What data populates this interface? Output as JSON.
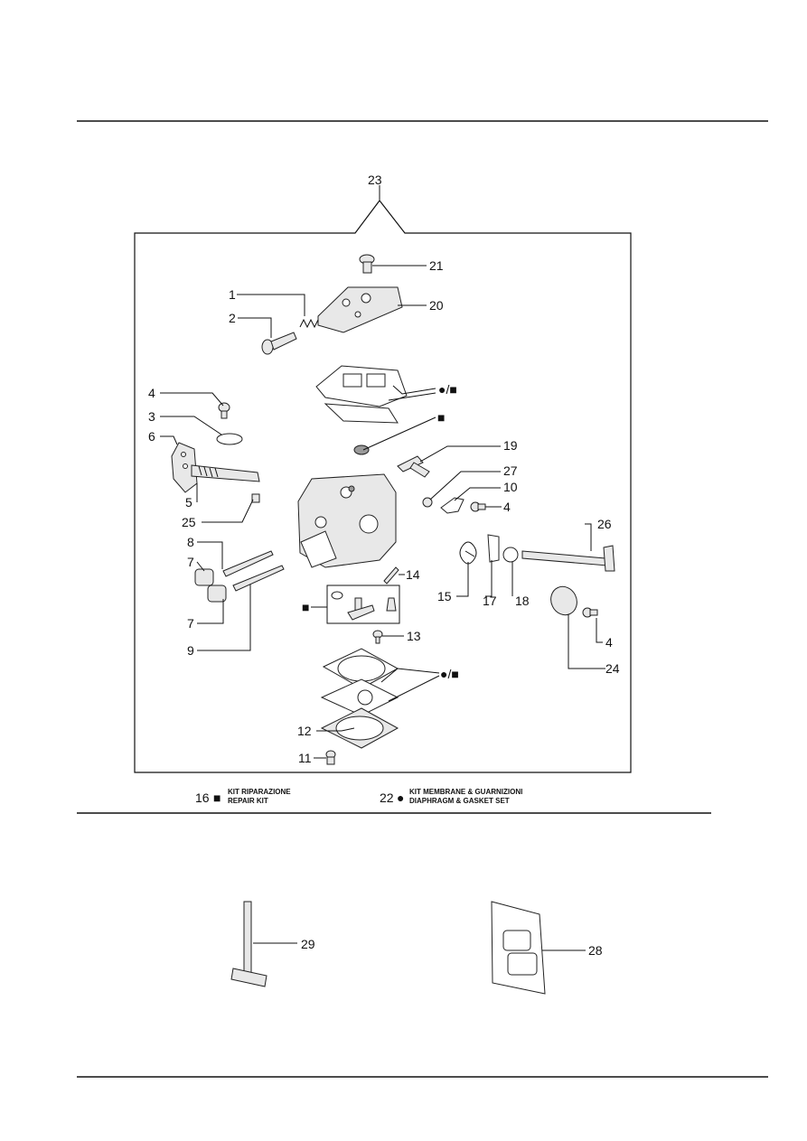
{
  "diagram": {
    "part_numbers": [
      "1",
      "2",
      "3",
      "4",
      "4",
      "4",
      "5",
      "6",
      "7",
      "7",
      "8",
      "9",
      "10",
      "11",
      "12",
      "13",
      "14",
      "15",
      "17",
      "18",
      "19",
      "20",
      "21",
      "23",
      "24",
      "25",
      "26",
      "27",
      "28",
      "29"
    ],
    "kit_markers": [
      "●/■",
      "■",
      "●/■",
      "■"
    ]
  },
  "legend": {
    "repair_kit": {
      "number": "16",
      "symbol": "■",
      "line1": "KIT RIPARAZIONE",
      "line2": "REPAIR KIT"
    },
    "gasket_set": {
      "number": "22",
      "symbol": "●",
      "line1": "KIT MEMBRANE & GUARNIZIONI",
      "line2": "DIAPHRAGM & GASKET SET"
    }
  },
  "colors": {
    "ink": "#111111",
    "paper": "#ffffff"
  }
}
